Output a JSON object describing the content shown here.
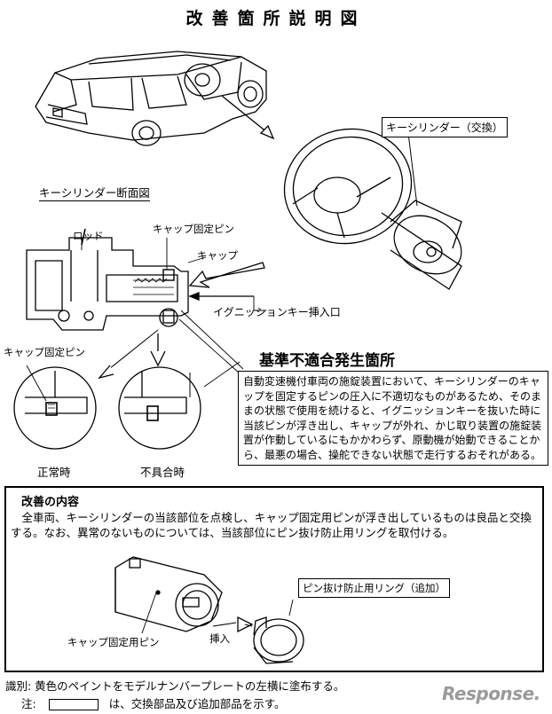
{
  "title": "改善箇所説明図",
  "labels": {
    "key_cylinder_replace": "キーシリンダー（交換）",
    "section_view": "キーシリンダー断面図",
    "rod": "ロッド",
    "cap_pin_top": "キャップ固定ピン",
    "cap": "キャップ",
    "ignition_slot": "イグニッションキー挿入口",
    "cap_pin_left": "キャップ固定ピン",
    "normal": "正常時",
    "defect": "不具合時",
    "nonconformity_heading": "基準不適合発生箇所",
    "nonconformity_text": "自動変速機付車両の施錠装置において、キーシリンダーのキャップを固定するピンの圧入に不適切なものがあるため、そのままの状態で使用を続けると、イグニッションキーを抜いた時に当該ピンが浮き出し、キャップが外れ、かじ取り装置の施錠装置が作動しているにもかかわらず、原動機が始動できることから、最悪の場合、操舵できない状態で走行するおそれがある。"
  },
  "improvement": {
    "title": "改善の内容",
    "body": "全車両、キーシリンダーの当該部位を点検し、キャップ固定用ピンが浮き出しているものは良品と交換する。なお、異常のないものについては、当該部位にピン抜け防止用リングを取付ける。",
    "ring_label": "ピン抜け防止用リング（追加）",
    "cap_pin_label": "キャップ固定用ピン",
    "insert_label": "挿入"
  },
  "footer": {
    "identification": "識別: 黄色のペイントをモデルナンバープレートの左横に塗布する。",
    "note_prefix": "注:",
    "note_suffix": "は、交換部品及び追加部品を示す。"
  },
  "watermark": "Response."
}
